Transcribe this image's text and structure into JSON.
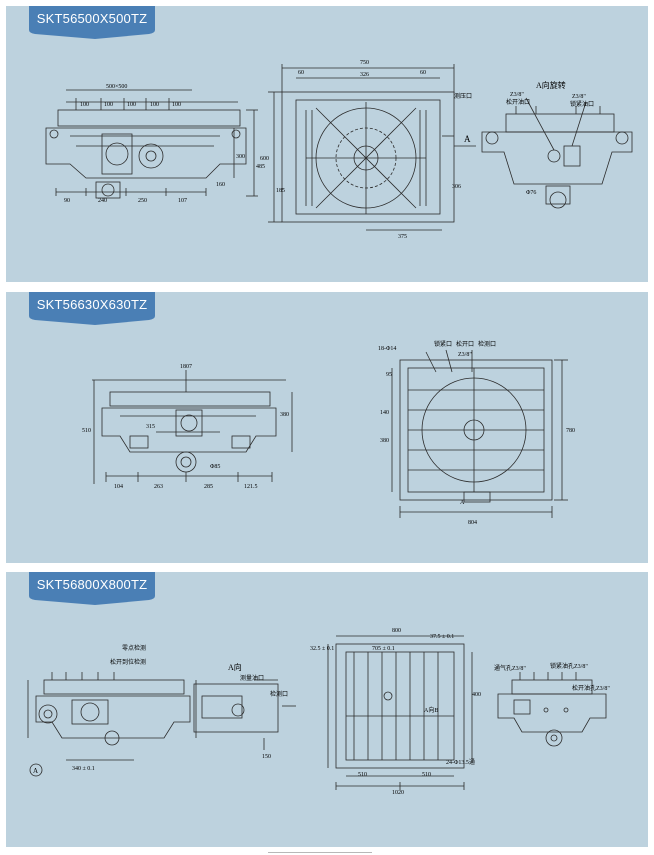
{
  "colors": {
    "panel_bg": "#bdd2de",
    "tag_bg": "#4a7fb5",
    "line": "#2b2b2b"
  },
  "models": [
    {
      "model": "SKT56500X500TZ",
      "front": {
        "top_dims": [
          "500×500",
          "100",
          "100",
          "100",
          "100",
          "100"
        ],
        "heights": [
          "300",
          "485",
          "160"
        ],
        "bottom_dims": [
          "90",
          "240",
          "250",
          "107"
        ]
      },
      "top": {
        "widths": [
          "750",
          "326",
          "60",
          "60"
        ],
        "side": [
          "600",
          "185"
        ],
        "gauge_port": "测压口",
        "bottom": "375",
        "section": "A",
        "right_dim": "306"
      },
      "view_a": {
        "title": "A向旋转",
        "thread1": "Z3/8\"",
        "thread2": "Z3/8\"",
        "release": "松开油口",
        "clamp": "锁紧油口",
        "dia": "Φ76"
      }
    },
    {
      "model": "SKT56630X630TZ",
      "front": {
        "top": "1807",
        "side_dims": [
          "510",
          "380"
        ],
        "mid": "315",
        "bottom_dims": [
          "104",
          "263",
          "285",
          "121.5"
        ],
        "dia": "Φ85"
      },
      "top": {
        "labels": [
          "18-Φ14",
          "锁紧口",
          "松开口",
          "检测口"
        ],
        "thread": "Z3/8\"",
        "bottom": "804",
        "right": "780",
        "dims": [
          "95",
          "140",
          "380"
        ],
        "section": "A"
      }
    },
    {
      "model": "SKT56800X800TZ",
      "front": {
        "notes": [
          "零点检测",
          "松开到位检测"
        ],
        "view": "A向",
        "labels": [
          "测量油口",
          "检测口"
        ],
        "dims": [
          "340 ± 0.1",
          "150"
        ],
        "section": "A"
      },
      "top": {
        "width": "800",
        "dims": [
          "37.5 ± 0.1",
          "705 ± 0.1",
          "32.5 ± 0.1"
        ],
        "bottom": [
          "510",
          "510",
          "1020"
        ],
        "labels": [
          "A向B",
          "24-Φ13.5通"
        ],
        "right": "400"
      },
      "side": {
        "labels": [
          "通气孔Z3/8\"",
          "锁紧油孔Z3/8\"",
          "松开油孔Z3/8\""
        ]
      }
    }
  ]
}
